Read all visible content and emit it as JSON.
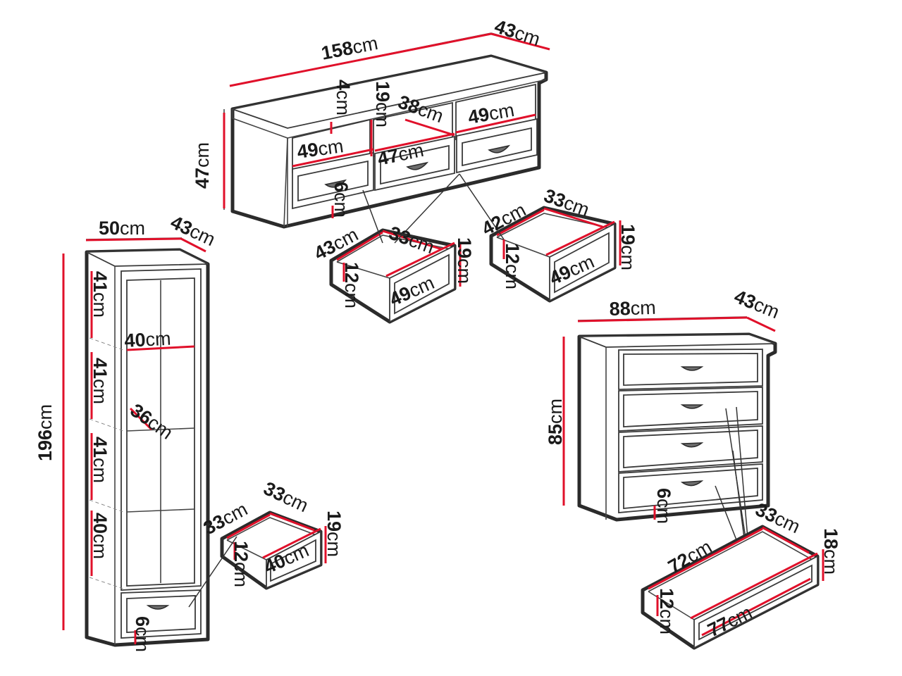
{
  "unit": "cm",
  "tv_cabinet": {
    "width": "158",
    "depth": "43",
    "height": "47",
    "top_thickness": "4",
    "niche_height": "19",
    "niche_depth": "38",
    "niche_width_right": "49",
    "front_width_left": "49",
    "front_width_middle": "47",
    "plinth_height": "6"
  },
  "tv_drawer_left": {
    "depth": "43",
    "width_inner": "33",
    "height": "19",
    "inner_height": "12",
    "front_width": "49"
  },
  "tv_drawer_right": {
    "depth": "42",
    "width_inner": "33",
    "height": "19",
    "inner_height": "12",
    "front_width": "49"
  },
  "display_cabinet": {
    "width": "50",
    "depth": "43",
    "height": "196",
    "shelf_spacing_1": "41",
    "shelf_spacing_2": "41",
    "shelf_spacing_3": "41",
    "shelf_spacing_4": "40",
    "shelf_width": "40",
    "shelf_depth": "36",
    "plinth_height": "6"
  },
  "display_drawer": {
    "depth": "33",
    "width_inner": "33",
    "height": "19",
    "inner_height": "12",
    "front_width": "40"
  },
  "chest_of_drawers": {
    "width": "88",
    "depth": "43",
    "height": "85",
    "plinth_height": "6"
  },
  "chest_drawer": {
    "depth": "72",
    "width_inner": "33",
    "height": "18",
    "inner_height": "12",
    "front_width": "77"
  }
}
